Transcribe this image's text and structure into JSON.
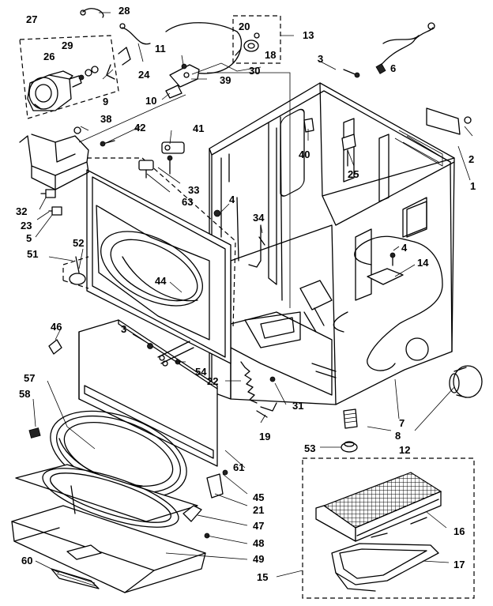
{
  "labels": [
    {
      "id": "1",
      "text": "1"
    },
    {
      "id": "2",
      "text": "2"
    },
    {
      "id": "3a",
      "text": "3"
    },
    {
      "id": "3b",
      "text": "3"
    },
    {
      "id": "4a",
      "text": "4"
    },
    {
      "id": "4b",
      "text": "4"
    },
    {
      "id": "5",
      "text": "5"
    },
    {
      "id": "6",
      "text": "6"
    },
    {
      "id": "7",
      "text": "7"
    },
    {
      "id": "8",
      "text": "8"
    },
    {
      "id": "9",
      "text": "9"
    },
    {
      "id": "10",
      "text": "10"
    },
    {
      "id": "11",
      "text": "11"
    },
    {
      "id": "12",
      "text": "12"
    },
    {
      "id": "13",
      "text": "13"
    },
    {
      "id": "14",
      "text": "14"
    },
    {
      "id": "15",
      "text": "15"
    },
    {
      "id": "16",
      "text": "16"
    },
    {
      "id": "17",
      "text": "17"
    },
    {
      "id": "18",
      "text": "18"
    },
    {
      "id": "19",
      "text": "19"
    },
    {
      "id": "20",
      "text": "20"
    },
    {
      "id": "21",
      "text": "21"
    },
    {
      "id": "22",
      "text": "22"
    },
    {
      "id": "23",
      "text": "23"
    },
    {
      "id": "24",
      "text": "24"
    },
    {
      "id": "25",
      "text": "25"
    },
    {
      "id": "26",
      "text": "26"
    },
    {
      "id": "27",
      "text": "27"
    },
    {
      "id": "28",
      "text": "28"
    },
    {
      "id": "29",
      "text": "29"
    },
    {
      "id": "30",
      "text": "30"
    },
    {
      "id": "31",
      "text": "31"
    },
    {
      "id": "32",
      "text": "32"
    },
    {
      "id": "33",
      "text": "33"
    },
    {
      "id": "34",
      "text": "34"
    },
    {
      "id": "38",
      "text": "38"
    },
    {
      "id": "39",
      "text": "39"
    },
    {
      "id": "40",
      "text": "40"
    },
    {
      "id": "41",
      "text": "41"
    },
    {
      "id": "42",
      "text": "42"
    },
    {
      "id": "44",
      "text": "44"
    },
    {
      "id": "45",
      "text": "45"
    },
    {
      "id": "46",
      "text": "46"
    },
    {
      "id": "47",
      "text": "47"
    },
    {
      "id": "48",
      "text": "48"
    },
    {
      "id": "49",
      "text": "49"
    },
    {
      "id": "51",
      "text": "51"
    },
    {
      "id": "52",
      "text": "52"
    },
    {
      "id": "53",
      "text": "53"
    },
    {
      "id": "54",
      "text": "54"
    },
    {
      "id": "57",
      "text": "57"
    },
    {
      "id": "58",
      "text": "58"
    },
    {
      "id": "60",
      "text": "60"
    },
    {
      "id": "61",
      "text": "61"
    },
    {
      "id": "63",
      "text": "63"
    }
  ]
}
